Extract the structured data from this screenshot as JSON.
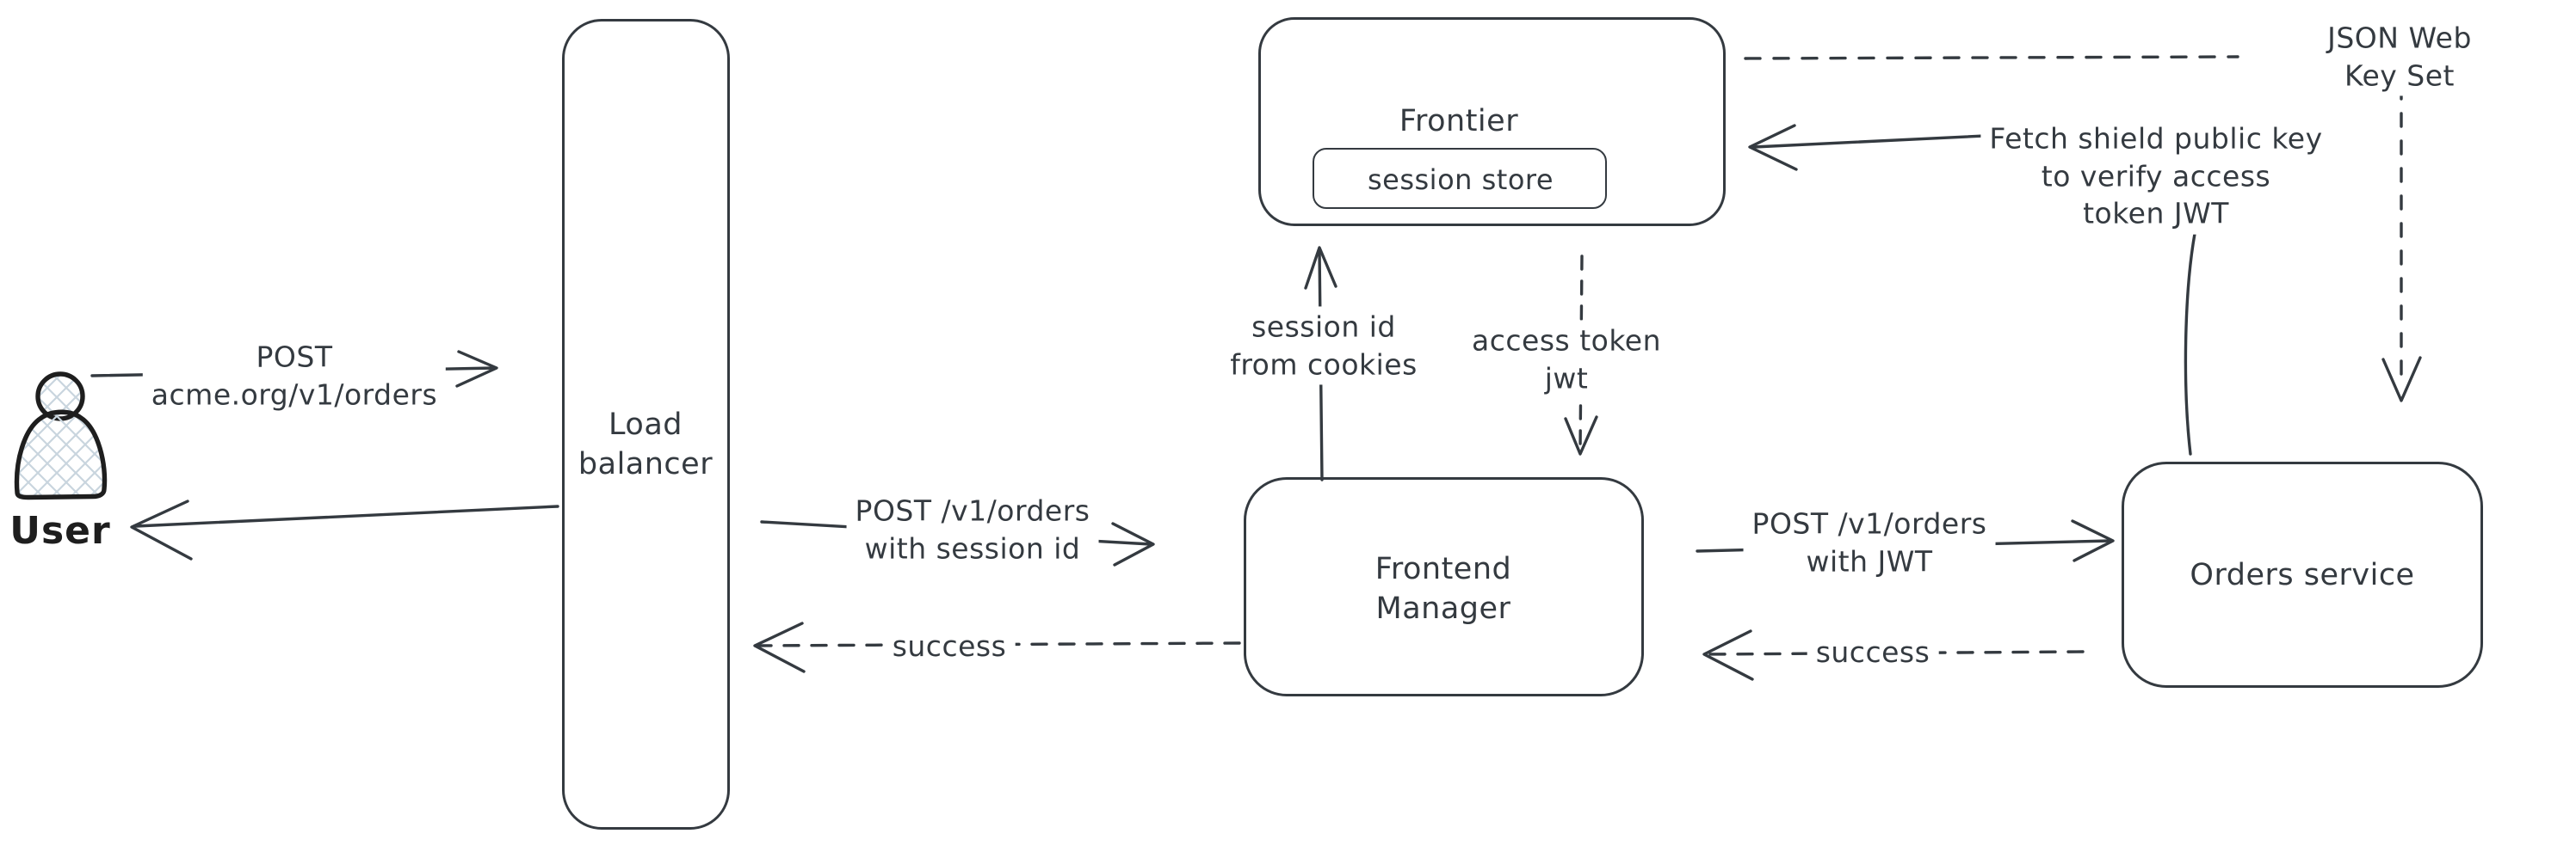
{
  "canvas": {
    "background": "#ffffff",
    "ink_color": "#343a40",
    "figure_ink_color": "#1e1e1e",
    "hatch_color": "#c9d5de"
  },
  "nodes": {
    "user": {
      "label": "User"
    },
    "load_balancer": {
      "label": "Load\nbalancer"
    },
    "frontier": {
      "label": "Frontier",
      "session_store_label": "session store"
    },
    "frontend_manager": {
      "label": "Frontend\nManager"
    },
    "orders_service": {
      "label": "Orders service"
    }
  },
  "edges": {
    "post_acme": {
      "label": "POST\nacme.org/v1/orders"
    },
    "post_with_session": {
      "label": "POST /v1/orders\nwith session id"
    },
    "success_to_lb": {
      "label": "success"
    },
    "session_id_from_cookies": {
      "label": "session id\nfrom cookies"
    },
    "access_token_jwt": {
      "label": "access token\njwt"
    },
    "post_with_jwt": {
      "label": "POST /v1/orders\nwith JWT"
    },
    "success_to_fm": {
      "label": "success"
    },
    "fetch_public_key": {
      "label": "Fetch shield public key\nto verify access\ntoken JWT"
    },
    "json_web_key_set": {
      "label": "JSON Web Key Set"
    }
  }
}
